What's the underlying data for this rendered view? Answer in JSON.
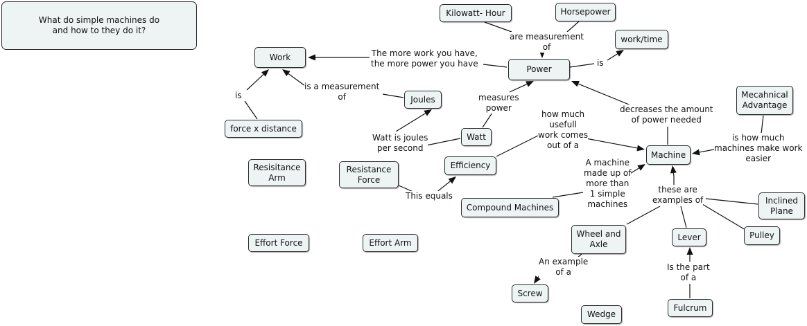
{
  "title": "What do simple machines do\nand how to they do it?",
  "concepts": {
    "work": "Work",
    "force_x_distance": "force x distance",
    "joules": "Joules",
    "watt": "Watt",
    "power": "Power",
    "kilowatt_hour": "Kilowatt- Hour",
    "horsepower": "Horsepower",
    "work_time": "work/time",
    "mechanical_advantage": "Mecahnical\nAdvantage",
    "machine": "Machine",
    "efficiency": "Efficiency",
    "resistance_force": "Resistance\nForce",
    "resistance_arm": "Resisitance\nArm",
    "effort_force": "Effort Force",
    "effort_arm": "Effort Arm",
    "compound_machines": "Compound Machines",
    "inclined_plane": "Inclined\nPlane",
    "pulley": "Pulley",
    "lever": "Lever",
    "wheel_and_axle": "Wheel and\nAxle",
    "screw": "Screw",
    "wedge": "Wedge",
    "fulcrum": "Fulcrum"
  },
  "links": {
    "is_work": "is",
    "is_measurement_of": "is a measurement\nof",
    "more_work_more_power": "The more work you have,\nthe more power you have",
    "are_measurement_of": "are measurement\nof",
    "is_power": "is",
    "measures_power": "measures\npower",
    "watt_joules_per_second": "Watt is joules\nper second",
    "decreases_power": "decreases the amount\nof power needed",
    "how_much_easier": "is how much\nmachines make work\neasier",
    "useful_work": "how much\nusefull\nwork comes\nout of a",
    "this_equals": "This equals",
    "compound_definition": "A machine\nmade up of\nmore than\n1 simple\nmachines",
    "these_are_examples": "these are\nexamples of",
    "an_example_of": "An example\nof a",
    "part_of": "Is the part\nof a"
  }
}
